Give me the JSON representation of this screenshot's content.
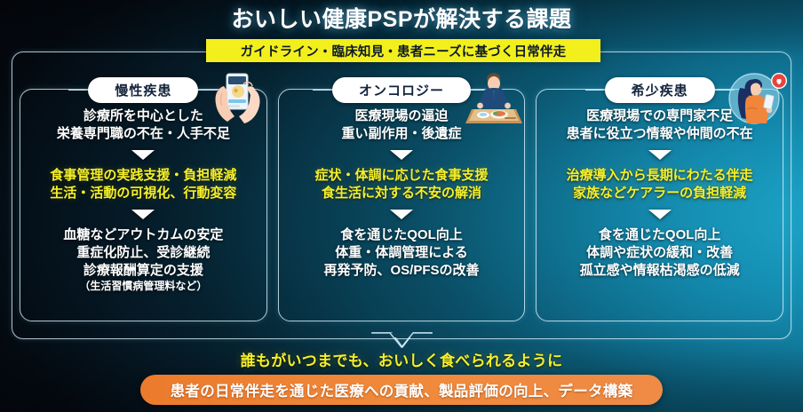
{
  "title": "おいしい健康PSPが解決する課題",
  "ribbon": "ガイドライン・臨床知見・患者ニーズに基づく日常伴走",
  "colors": {
    "accent_yellow": "#f3ef1c",
    "text_yellow": "#f5f02a",
    "pill_white": "#ffffff",
    "pill_text_navy": "#13243c",
    "footer_orange": "#ef853a",
    "bg_dark": "#04060b",
    "bg_teal": "#1795c1"
  },
  "columns": [
    {
      "label": "慢性疾患",
      "icon": "hands-holding-smartphone-illustration",
      "problem": [
        "診療所を中心とした",
        "栄養専門職の不在・人手不足"
      ],
      "solution": [
        "食事管理の実践支援・負担軽減",
        "生活・活動の可視化、行動変容"
      ],
      "outcome": [
        "血糖などアウトカムの安定",
        "重症化防止、受診継続",
        "診療報酬算定の支援"
      ],
      "outcome_note": "（生活習慣病管理料など）"
    },
    {
      "label": "オンコロジー",
      "icon": "person-at-meal-table-illustration",
      "problem": [
        "医療現場の逼迫",
        "重い副作用・後遺症"
      ],
      "solution": [
        "症状・体調に応じた食事支援",
        "食生活に対する不安の解消"
      ],
      "outcome": [
        "食を通じたQOL向上",
        "体重・体調管理による",
        "再発予防、OS/PFSの改善"
      ],
      "outcome_note": ""
    },
    {
      "label": "希少疾患",
      "icon": "woman-with-phone-heart-badge-illustration",
      "problem": [
        "医療現場での専門家不足",
        "患者に役立つ情報や仲間の不在"
      ],
      "solution": [
        "治療導入から長期にわたる伴走",
        "家族などケアラーの負担軽減"
      ],
      "outcome": [
        "食を通じたQOL向上",
        "体調や症状の緩和・改善",
        "孤立感や情報枯渇感の低減"
      ],
      "outcome_note": ""
    }
  ],
  "footer": {
    "tagline": "誰もがいつまでも、おいしく食べられるように",
    "pill": "患者の日常伴走を通じた医療への貢献、製品評価の向上、データ構築"
  }
}
